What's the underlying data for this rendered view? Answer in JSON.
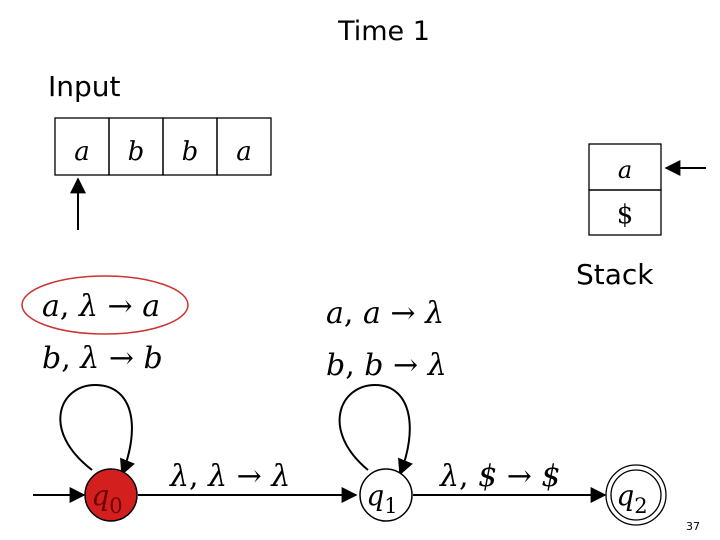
{
  "slide": {
    "title": "Time 1",
    "input_label": "Input",
    "stack_label": "Stack",
    "page_number": "37"
  },
  "tape": {
    "cells": [
      "a",
      "b",
      "b",
      "a"
    ]
  },
  "stack": {
    "cells": [
      "a",
      "$"
    ]
  },
  "states": {
    "q0": {
      "name": "q",
      "sub": "0"
    },
    "q1": {
      "name": "q",
      "sub": "1"
    },
    "q2": {
      "name": "q",
      "sub": "2"
    }
  },
  "transitions": {
    "loop_q0": [
      {
        "read": "a",
        "pop": "λ",
        "push": "a"
      },
      {
        "read": "b",
        "pop": "λ",
        "push": "b"
      }
    ],
    "loop_q1": [
      {
        "read": "a",
        "pop": "a",
        "push": "λ"
      },
      {
        "read": "b",
        "pop": "b",
        "push": "λ"
      }
    ],
    "q0_to_q1": {
      "read": "λ",
      "pop": "λ",
      "push": "λ"
    },
    "q1_to_q2": {
      "read": "λ",
      "pop": "$",
      "push": "$"
    }
  },
  "colors": {
    "highlight_state": "#d41f1f",
    "highlight_ellipse": "#cc3333"
  }
}
